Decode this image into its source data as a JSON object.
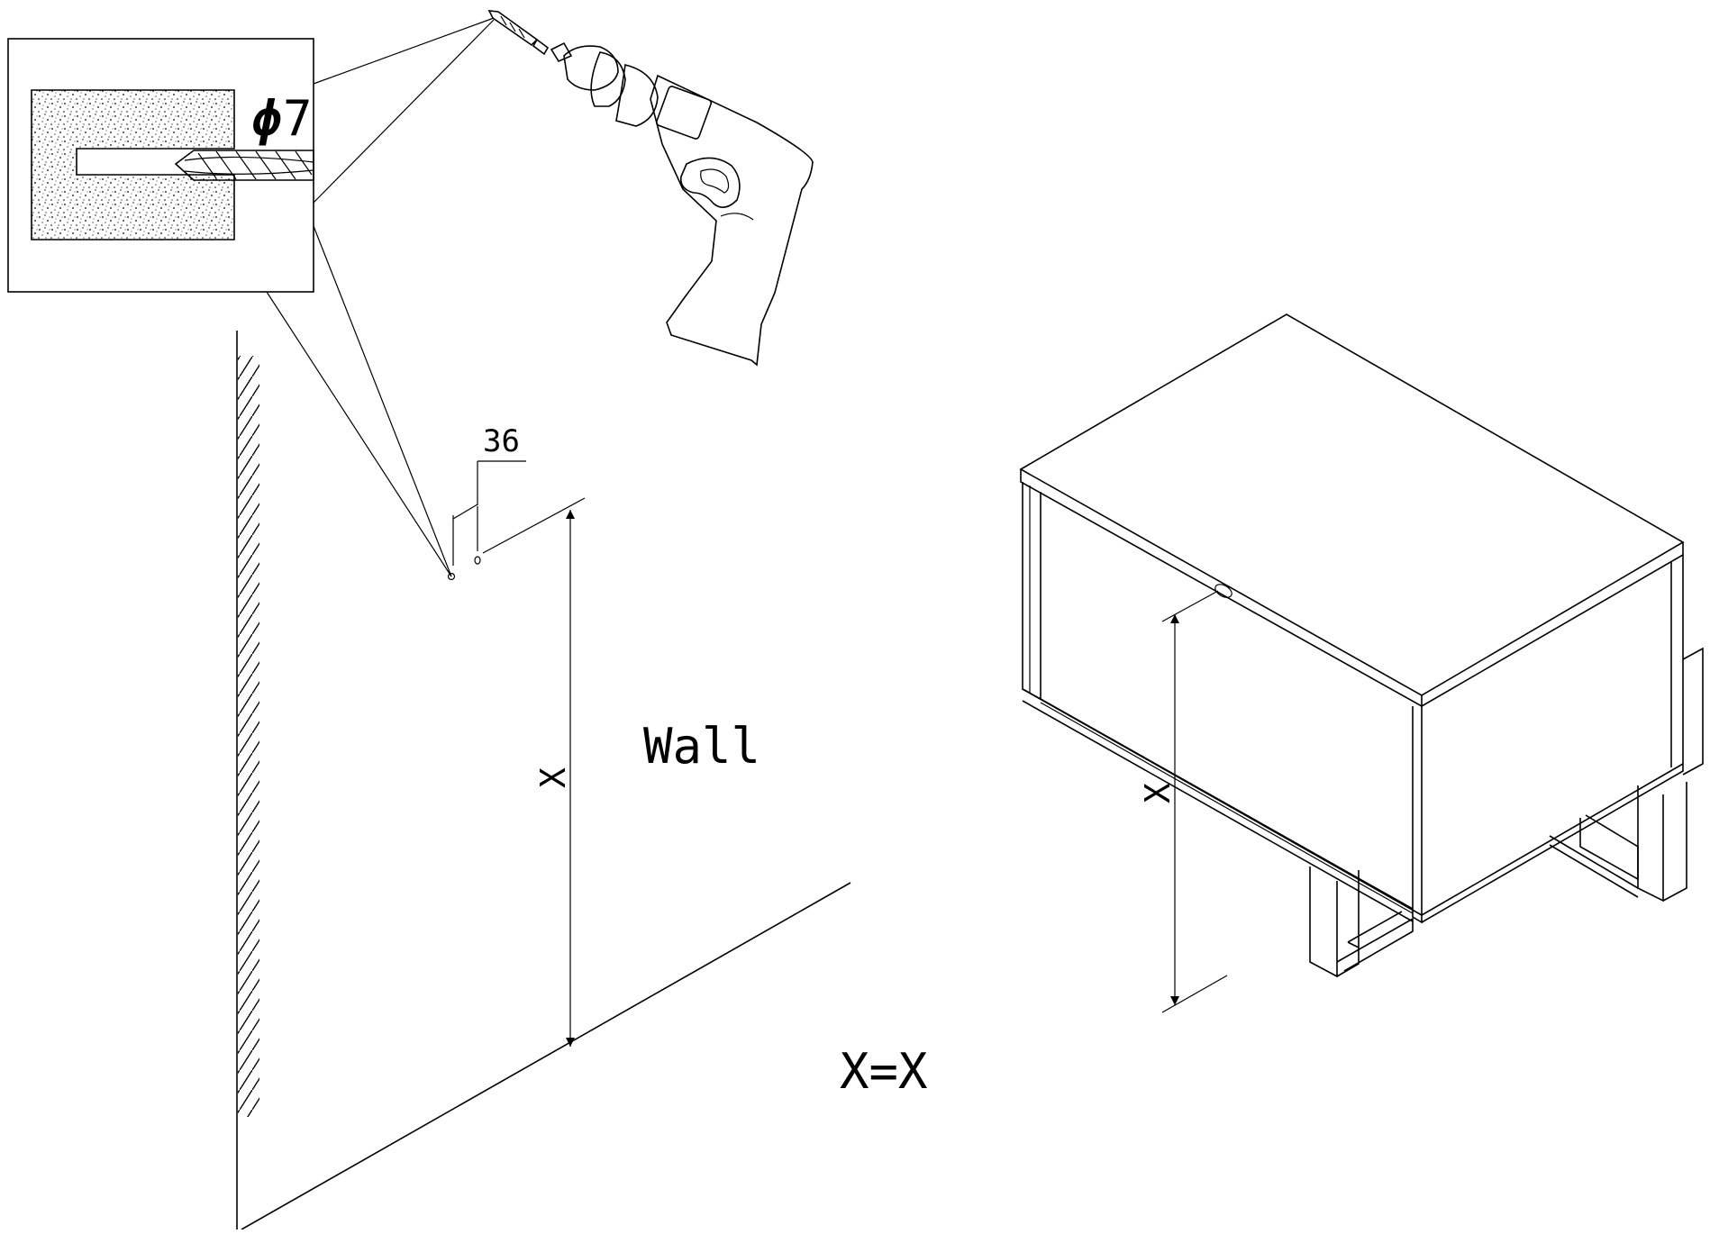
{
  "labels": {
    "drill_diameter_symbol": "ϕ",
    "drill_diameter_value": "7",
    "hole_spacing": "36",
    "wall": "Wall",
    "height_left": "X",
    "height_right": "X",
    "equation": "X=X"
  },
  "colors": {
    "ink": "#000000",
    "background": "#ffffff"
  },
  "icons": {
    "drill": "power-drill-icon",
    "drill_bit": "drill-bit-icon"
  }
}
